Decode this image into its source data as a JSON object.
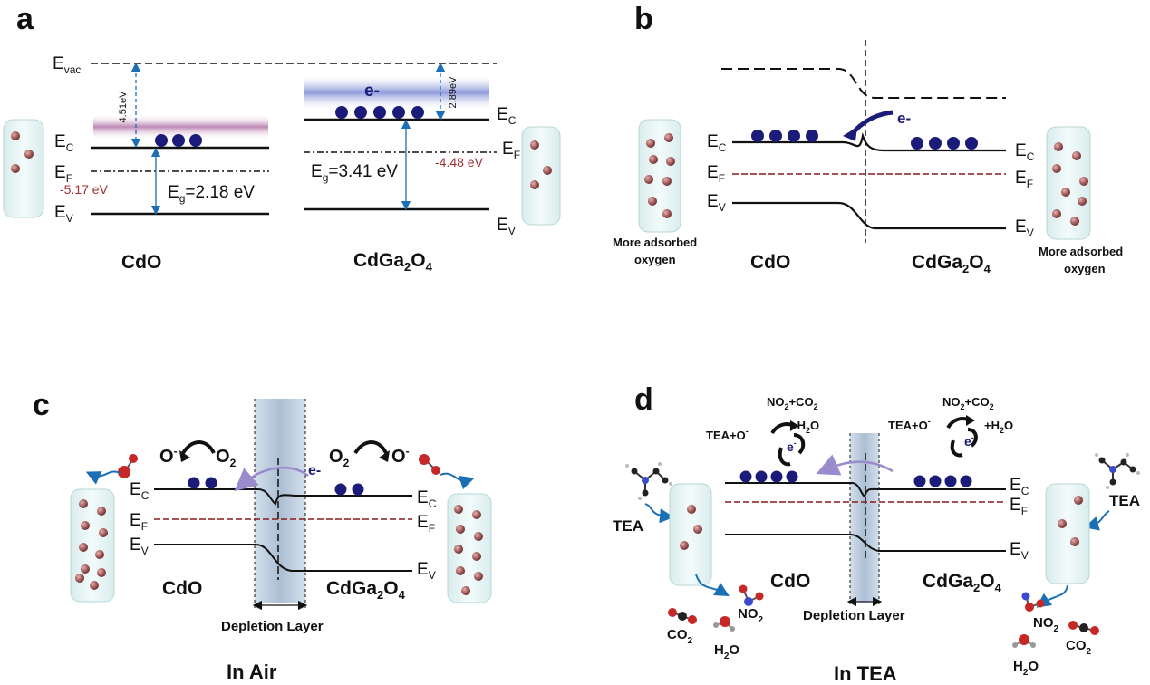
{
  "panels": {
    "a": {
      "letter": "a",
      "evac": "E",
      "evac_sub": "vac",
      "ec": "E",
      "ec_sub": "C",
      "ef": "E",
      "ef_sub": "F",
      "ev": "E",
      "ev_sub": "V",
      "cdo_wf": "4.51eV",
      "cdga_wf": "2.89eV",
      "cdo_fermi": "-5.17 eV",
      "cdga_fermi": "-4.48 eV",
      "cdo_gap_pre": "E",
      "cdo_gap_sub": "g",
      "cdo_gap_val": "=2.18 eV",
      "cdga_gap_pre": "E",
      "cdga_gap_sub": "g",
      "cdga_gap_val": "=3.41 eV",
      "electron": "e-",
      "material_left": "CdO",
      "material_right_main": "CdGa",
      "material_right_s1": "2",
      "material_right_o": "O",
      "material_right_s2": "4"
    },
    "b": {
      "letter": "b",
      "electron": "e-",
      "adsorbed_line1": "More adsorbed",
      "adsorbed_line2": "oxygen",
      "material_left": "CdO",
      "material_right_main": "CdGa",
      "material_right_s1": "2",
      "material_right_o": "O",
      "material_right_s2": "4"
    },
    "c": {
      "letter": "c",
      "o_minus": "O",
      "o_minus_sup": "-",
      "o2": "O",
      "o2_sub": "2",
      "electron": "e-",
      "material_left": "CdO",
      "material_right_main": "CdGa",
      "material_right_s1": "2",
      "material_right_o": "O",
      "material_right_s2": "4",
      "depletion": "Depletion Layer",
      "condition": "In Air"
    },
    "d": {
      "letter": "d",
      "reaction_left": "TEA+O",
      "reaction_sup": "-",
      "products_line1": "NO",
      "products_line1_sub": "2",
      "products_line1_rest": "+CO",
      "products_line1_sub2": "2",
      "products_line2": "+H",
      "products_line2_sub": "2",
      "products_line2_rest": "O",
      "electron": "e",
      "electron_sup": "-",
      "tea": "TEA",
      "co2": "CO",
      "co2_sub": "2",
      "no2": "NO",
      "no2_sub": "2",
      "h2o": "H",
      "h2o_sub": "2",
      "h2o_o": "O",
      "material_left": "CdO",
      "material_right_main": "CdGa",
      "material_right_s1": "2",
      "material_right_o": "O",
      "material_right_s2": "4",
      "depletion": "Depletion Layer",
      "condition": "In TEA"
    }
  },
  "colors": {
    "electron": "#1b1b7a",
    "fermi_dashed": "#8b1a1a",
    "oxygen_ball": "#a86060",
    "arrow_blue": "#1a6fb5",
    "arrow_purple": "#9a8ccc"
  }
}
